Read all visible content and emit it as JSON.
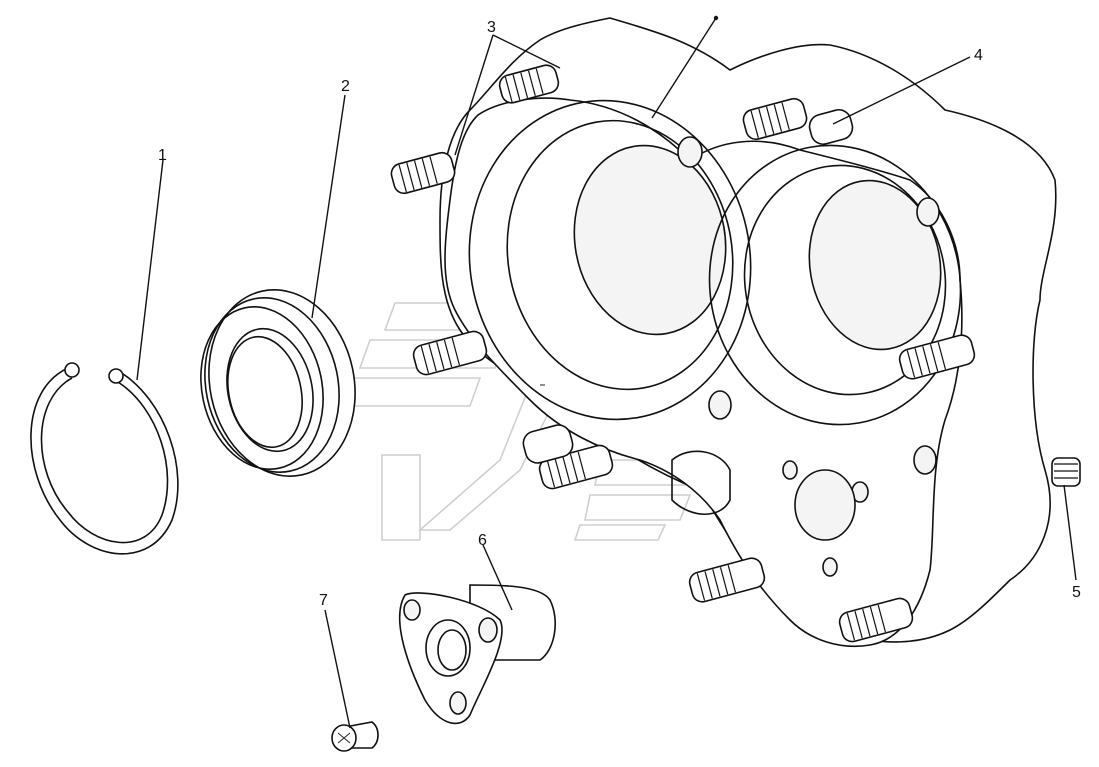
{
  "callouts": {
    "c1": "1",
    "c2": "2",
    "c3": "3",
    "c4": "4",
    "c5": "5",
    "c6": "6",
    "c7": "7"
  },
  "parts": [
    {
      "id": "1",
      "name": "retaining-ring"
    },
    {
      "id": "2",
      "name": "oil-seal"
    },
    {
      "id": "3",
      "name": "stud-bolt"
    },
    {
      "id": "4",
      "name": "dowel-pin"
    },
    {
      "id": "5",
      "name": "stud-bolt-small"
    },
    {
      "id": "6",
      "name": "flange-bushing"
    },
    {
      "id": "7",
      "name": "countersunk-screw"
    }
  ],
  "colors": {
    "line": "#111111",
    "background": "#ffffff",
    "watermark": "#cfcfcf"
  }
}
